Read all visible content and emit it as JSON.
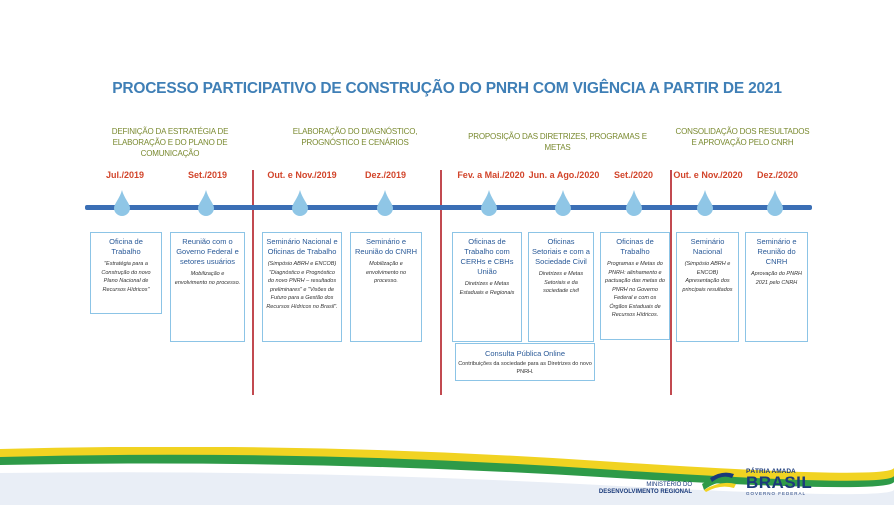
{
  "title": "PROCESSO PARTICIPATIVO DE CONSTRUÇÃO DO PNRH COM VIGÊNCIA A PARTIR DE 2021",
  "phases": [
    {
      "line1": "DEFINIÇÃO DA ESTRATÉGIA DE",
      "line2": "ELABORAÇÃO E DO PLANO DE COMUNICAÇÃO"
    },
    {
      "line1": "ELABORAÇÃO DO DIAGNÓSTICO,",
      "line2": "PROGNÓSTICO E CENÁRIOS"
    },
    {
      "line1": "PROPOSIÇÃO DAS DIRETRIZES, PROGRAMAS E METAS",
      "line2": ""
    },
    {
      "line1": "CONSOLIDAÇÃO DOS RESULTADOS",
      "line2": "E APROVAÇÃO PELO CNRH"
    }
  ],
  "dates": [
    "Jul./2019",
    "Set./2019",
    "Out. e Nov./2019",
    "Dez./2019",
    "Fev. a Mai./2020",
    "Jun. a Ago./2020",
    "Set./2020",
    "Out. e Nov./2020",
    "Dez./2020"
  ],
  "cards": [
    {
      "title": "Oficina de Trabalho",
      "body": "\"Estratégia para a Construção do novo Plano Nacional de Recursos Hídricos\""
    },
    {
      "title": "Reunião com o Governo Federal e setores usuários",
      "body": "Mobilização e envolvimento no processo."
    },
    {
      "title": "Seminário Nacional e Oficinas de Trabalho",
      "body": "(Simpósio ABRH e ENCOB) \"Diagnóstico e Prognóstico do novo PNRH – resultados preliminares\" e \"Visões de Futuro para a Gestão dos Recursos Hídricos no Brasil\"."
    },
    {
      "title": "Seminário e Reunião do CNRH",
      "body": "Mobilização e envolvimento no processo."
    },
    {
      "title": "Oficinas de Trabalho com CERHs e CBHs União",
      "body": "Diretrizes e Metas Estaduais e Regionais"
    },
    {
      "title": "Oficinas Setoriais e com a Sociedade Civil",
      "body": "Diretrizes e Metas Setoriais e da sociedade civil"
    },
    {
      "title": "Oficinas de Trabalho",
      "body": "Programas e Metas do PNRH: alinhamento e pactuação das metas do PNRH no Governo Federal e com os Órgãos Estaduais de Recursos Hídricos."
    },
    {
      "title": "Seminário Nacional",
      "body": "(Simpósio ABRH e ENCOB) Apresentação dos principais resultados"
    },
    {
      "title": "Seminário e Reunião do CNRH",
      "body": "Aprovação do PNRH 2021 pelo CNRH"
    }
  ],
  "consulta": {
    "title": "Consulta Pública Online",
    "body": "Contribuições da sociedade para as Diretrizes do novo PNRH."
  },
  "footer": {
    "ministry_line1": "MINISTÉRIO DO",
    "ministry_line2": "DESENVOLVIMENTO REGIONAL",
    "brand_line1": "PÁTRIA AMADA",
    "brand_line2": "BRASIL",
    "brand_line3": "GOVERNO FEDERAL"
  },
  "colors": {
    "title": "#3f7fb6",
    "phase": "#7a8a30",
    "date": "#d2452b",
    "timeline": "#3b6fb5",
    "separator": "#c24a50",
    "card_border": "#8cc4e6",
    "card_title": "#2a5a98"
  }
}
